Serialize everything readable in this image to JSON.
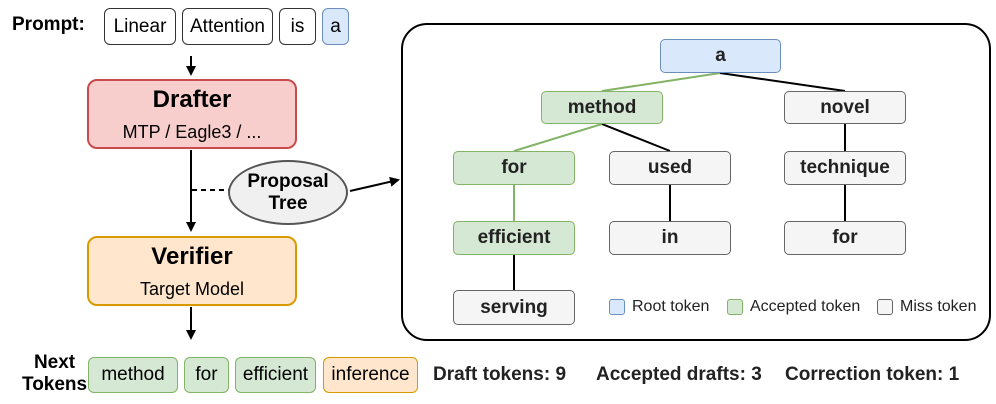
{
  "prompt": {
    "label": "Prompt:",
    "tokens": [
      {
        "text": "Linear",
        "kind": "plain"
      },
      {
        "text": "Attention",
        "kind": "plain"
      },
      {
        "text": "is",
        "kind": "plain"
      },
      {
        "text": "a",
        "kind": "root"
      }
    ]
  },
  "drafter": {
    "title": "Drafter",
    "subtitle": "MTP / Eagle3 / ..."
  },
  "verifier": {
    "title": "Verifier",
    "subtitle": "Target Model"
  },
  "proposal": {
    "line1": "Proposal",
    "line2": "Tree"
  },
  "tree": {
    "nodes": {
      "a": "a",
      "method": "method",
      "novel": "novel",
      "for1": "for",
      "used": "used",
      "technique": "technique",
      "efficient": "efficient",
      "in": "in",
      "for2": "for",
      "serving": "serving"
    },
    "legend": {
      "root": "Root token",
      "accepted": "Accepted token",
      "miss": "Miss token"
    }
  },
  "next_tokens": {
    "label_line1": "Next",
    "label_line2": "Tokens",
    "tokens": [
      {
        "text": "method",
        "kind": "accepted"
      },
      {
        "text": "for",
        "kind": "accepted"
      },
      {
        "text": "efficient",
        "kind": "accepted"
      },
      {
        "text": "inference",
        "kind": "correction"
      }
    ]
  },
  "stats": {
    "draft": "Draft tokens: 9",
    "accepted": "Accepted drafts: 3",
    "correction": "Correction token: 1"
  },
  "colors": {
    "root_fill": "#dae8fc",
    "root_border": "#6c8ebf",
    "accepted_fill": "#d5e8d4",
    "accepted_border": "#82b366",
    "miss_fill": "#f5f5f5",
    "miss_border": "#666666",
    "drafter_fill": "#f8cecc",
    "drafter_border": "#c94b4b",
    "verifier_fill": "#ffe6cc",
    "verifier_border": "#d79b00"
  }
}
